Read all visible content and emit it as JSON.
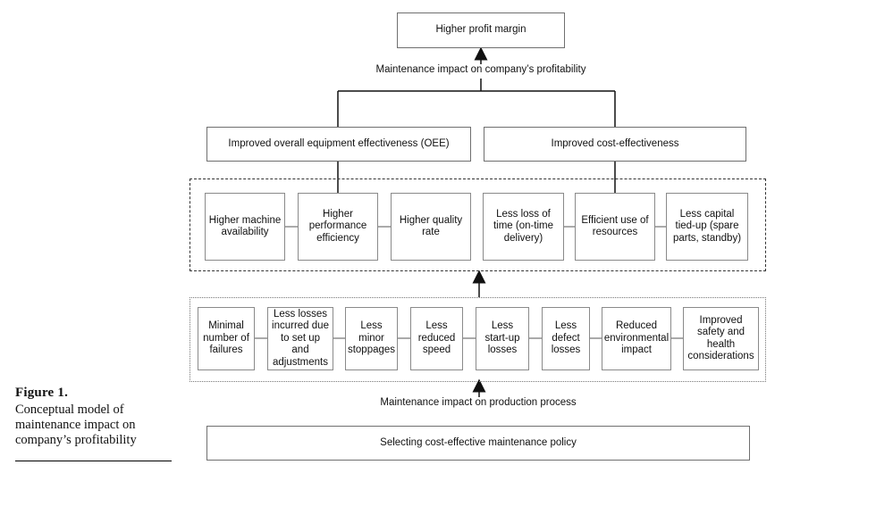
{
  "figure": {
    "number": "Figure 1.",
    "caption": "Conceptual model of maintenance impact on company’s profitability"
  },
  "top": {
    "profit_box": "Higher profit margin",
    "impact_label": "Maintenance impact on company’s profitability"
  },
  "middle": {
    "oee_box": "Improved overall equipment effectiveness (OEE)",
    "cost_box": "Improved cost-effectiveness",
    "outcomes": [
      "Higher machine availability",
      "Higher performance efficiency",
      "Higher quality rate",
      "Less loss of time (on-time delivery)",
      "Efficient use of resources",
      "Less capital tied-up (spare parts, standby)"
    ]
  },
  "lower": {
    "losses": [
      "Minimal number of failures",
      "Less losses incurred due to set up and adjustments",
      "Less minor stoppages",
      "Less reduced speed",
      "Less start-up losses",
      "Less defect losses",
      "Reduced environmental impact",
      "Improved safety and health considerations"
    ],
    "production_label": "Maintenance impact on production process",
    "policy_box": "Selecting cost-effective maintenance policy"
  }
}
